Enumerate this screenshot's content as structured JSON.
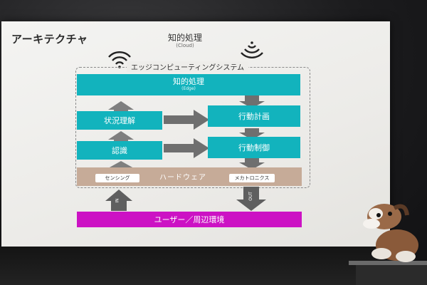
{
  "slide": {
    "title": "アーキテクチャ",
    "cloud_label": "知的処理",
    "cloud_sub": "(Cloud)",
    "system_label": "エッジコンピューティングシステム"
  },
  "blocks": {
    "edge_main": "知的処理",
    "edge_sub": "(Edge)",
    "situation": "状況理解",
    "recognition": "認識",
    "action_plan": "行動計画",
    "action_control": "行動制御",
    "hardware": "ハードウェア",
    "sensing": "センシング",
    "mechatronics": "メカトロニクス",
    "user_env": "ユーザー／周辺環境",
    "in_label": "IN",
    "out_label": "OUT"
  },
  "colors": {
    "teal": "#12b3bd",
    "arrow_gray": "#7f7f7f",
    "hardware": "#c6ab98",
    "user": "#cc12c4",
    "screen_bg": "#f0efec"
  },
  "icons": [
    "wifi-icon-left",
    "wifi-icon-right",
    "robot-dog-icon"
  ]
}
